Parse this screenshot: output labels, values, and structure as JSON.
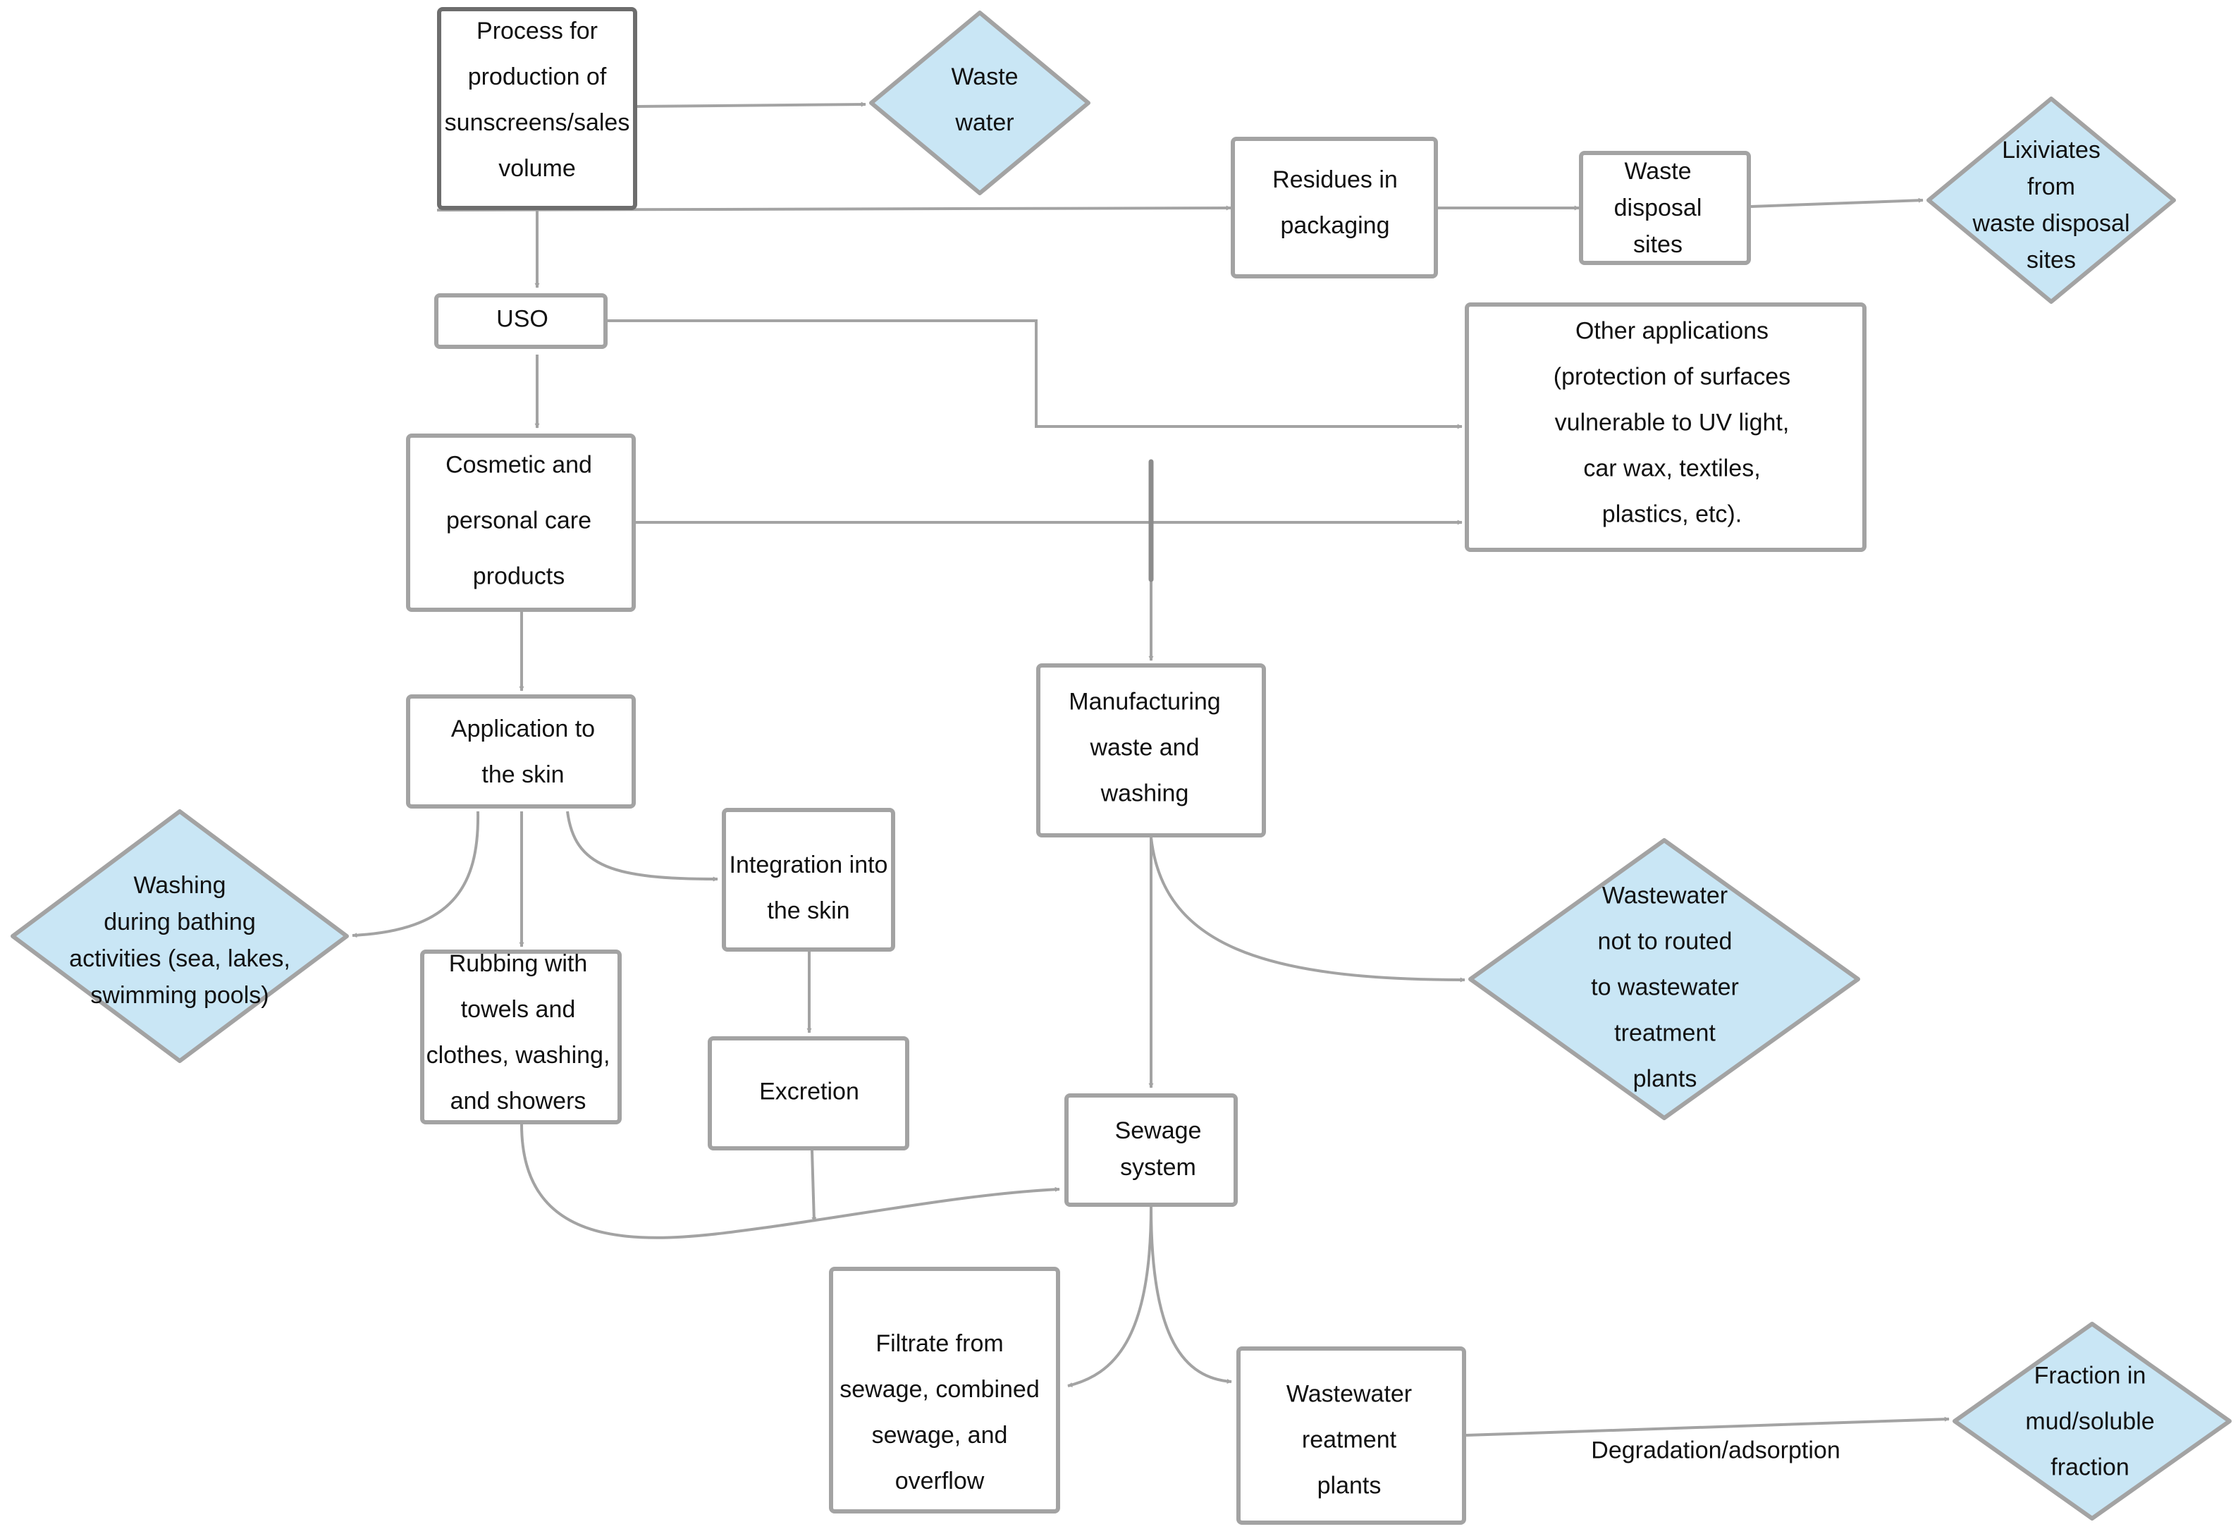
{
  "colors": {
    "box_border": "#a3a3a3",
    "box_border_dark": "#6d6d6d",
    "diamond_fill": "#c9e6f5",
    "arrow": "#a3a3a3"
  },
  "nodes": {
    "production": "Process for\nproduction of\nsunscreens/sales\nvolume",
    "waste_water": "Waste\nwater",
    "residues": "Residues in\npackaging",
    "waste_disposal": "Waste\ndisposal\nsites",
    "lixiviates": "Lixiviates\nfrom\nwaste disposal\nsites",
    "uso": "USO",
    "other_apps": "Other applications\n(protection of surfaces\nvulnerable to UV light,\ncar wax, textiles,\nplastics, etc).",
    "cosmetic": "Cosmetic and\npersonal care\nproducts",
    "application": "Application to\nthe skin",
    "manufacturing": "Manufacturing\nwaste and\nwashing",
    "washing_bathing": "Washing\nduring bathing\nactivities (sea, lakes,\nswimming pools)",
    "rubbing": "Rubbing with\ntowels and\nclothes, washing,\nand showers",
    "integration": "Integration into\nthe skin",
    "excretion": "Excretion",
    "wastewater_not_routed": "Wastewater\nnot to routed\nto wastewater\ntreatment\nplants",
    "sewage": "Sewage\nsystem",
    "filtrate": "Filtrate from\nsewage, combined\nsewage, and\noverflow",
    "wwtp": "Wastewater\nreatment\nplants",
    "fraction": "Fraction in\nmud/soluble\nfraction"
  },
  "edge_labels": {
    "degradation": "Degradation/adsorption"
  }
}
